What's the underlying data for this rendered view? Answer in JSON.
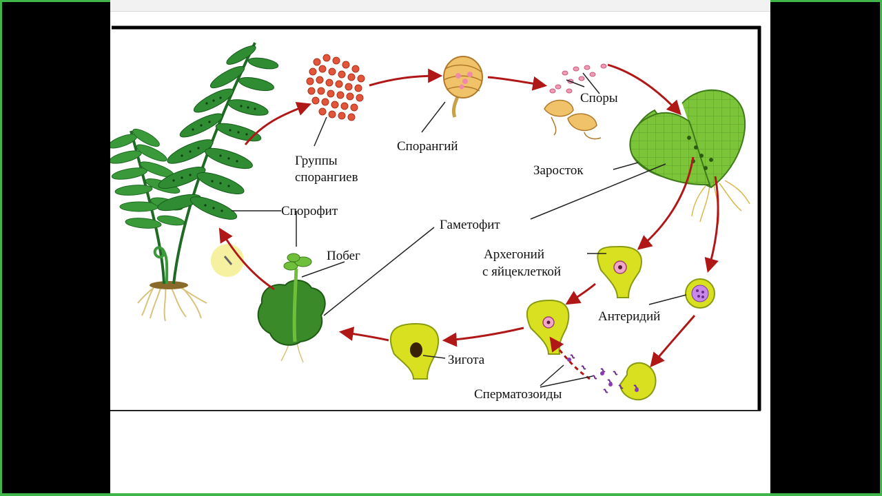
{
  "labels": {
    "sporangia_groups_1": "Группы",
    "sporangia_groups_2": "спорангиев",
    "sporangium": "Спорангий",
    "spores": "Споры",
    "prothallus": "Заросток",
    "gametophyte": "Гаметофит",
    "sporophyte": "Спорофит",
    "shoot": "Побег",
    "archegonium_1": "Архегоний",
    "archegonium_2": "с яйцеклеткой",
    "antheridium": "Антеридий",
    "zygote": "Зигота",
    "spermatozoids": "Сперматозоиды"
  },
  "colors": {
    "arrow": "#b01818",
    "leaf_dark": "#1f7d2c",
    "leaf": "#3a9a3a",
    "prothallus": "#7cc53a",
    "cell": "#d8e020",
    "cell_stroke": "#8a9a10",
    "sporangia": "#e2553a",
    "frame": "#3fb54a"
  }
}
